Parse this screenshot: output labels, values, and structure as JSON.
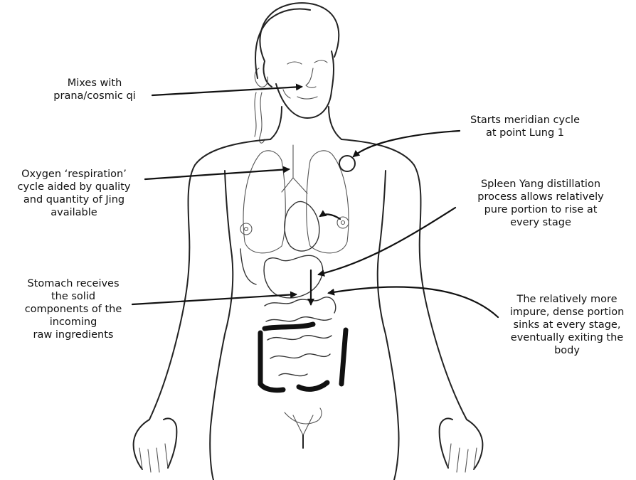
{
  "labels": {
    "mixes": [
      "Mixes with",
      "prana/cosmic qi"
    ],
    "starts": [
      "Starts meridian cycle",
      "at point Lung 1"
    ],
    "oxygen": [
      "Oxygen ‘respiration’",
      "cycle aided by quality",
      "and quantity of Jing",
      "available"
    ],
    "spleen": [
      "Spleen Yang distillation",
      "process allows relatively",
      "pure portion to rise at",
      "every stage"
    ],
    "stomach": [
      "Stomach receives",
      "the solid",
      "components of the",
      "incoming",
      "raw ingredients"
    ],
    "impure": [
      "The relatively more",
      "impure, dense portion",
      "sinks at every stage,",
      "eventually exiting the",
      "body"
    ]
  },
  "colors": {
    "ink": "#111111",
    "line": "#222222",
    "paper": "#ffffff"
  }
}
